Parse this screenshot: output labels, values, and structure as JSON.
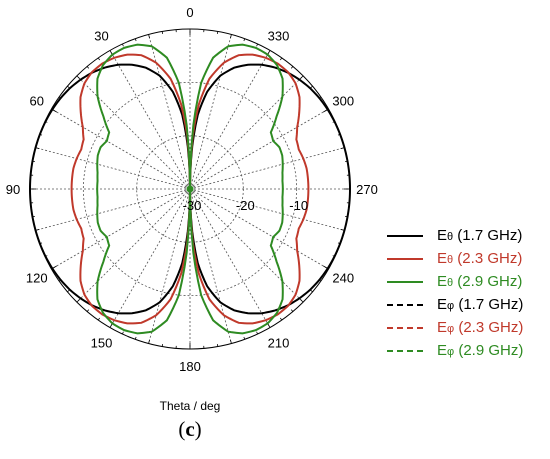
{
  "chart_data": {
    "type": "polar-line",
    "xlabel": "Theta / deg",
    "panel_label_open": "(",
    "panel_label_letter": "c",
    "panel_label_close": ")",
    "angle_ticks": [
      {
        "angle": 0,
        "label": "0"
      },
      {
        "angle": 30,
        "label": "330"
      },
      {
        "angle": 60,
        "label": "300"
      },
      {
        "angle": 90,
        "label": "270"
      },
      {
        "angle": 120,
        "label": "240"
      },
      {
        "angle": 150,
        "label": "210"
      },
      {
        "angle": 180,
        "label": "180"
      },
      {
        "angle": 210,
        "label": "150"
      },
      {
        "angle": 240,
        "label": "120"
      },
      {
        "angle": 270,
        "label": "90"
      },
      {
        "angle": 300,
        "label": "60"
      },
      {
        "angle": 330,
        "label": "30"
      }
    ],
    "radial_ticks": [
      {
        "value": -30,
        "label": "-30"
      },
      {
        "value": -20,
        "label": "-20"
      },
      {
        "value": -10,
        "label": "-10"
      }
    ],
    "rlim": [
      -30,
      0
    ],
    "series": [
      {
        "name": "Eθ (1.7 GHz)",
        "name_main": "E",
        "name_sub": "θ",
        "name_rest": " (1.7 GHz)",
        "color": "#000000",
        "dash": "solid",
        "theta": [
          0,
          3,
          6,
          10,
          15,
          20,
          25,
          30,
          35,
          40,
          45,
          50,
          55,
          60,
          65,
          70,
          75,
          80,
          85,
          90
        ],
        "r": [
          -30,
          -22,
          -16,
          -11.5,
          -8,
          -5.8,
          -4.3,
          -3.1,
          -2.2,
          -1.5,
          -1.0,
          -0.6,
          -0.35,
          -0.2,
          -0.1,
          -0.05,
          -0.02,
          -0.01,
          0,
          0
        ]
      },
      {
        "name": "Eθ (2.3 GHz)",
        "name_main": "E",
        "name_sub": "θ",
        "name_rest": " (2.3 GHz)",
        "color": "#c0392b",
        "dash": "solid",
        "theta": [
          0,
          3,
          6,
          10,
          15,
          20,
          25,
          30,
          35,
          40,
          45,
          50,
          55,
          60,
          65,
          70,
          75,
          80,
          85,
          90
        ],
        "r": [
          -30,
          -20,
          -14,
          -9,
          -5.5,
          -3.3,
          -2.2,
          -1.6,
          -1.3,
          -1.4,
          -2.0,
          -3.2,
          -5.0,
          -6.8,
          -8.0,
          -8.3,
          -8.0,
          -7.8,
          -7.8,
          -7.8
        ]
      },
      {
        "name": "Eθ (2.9 GHz)",
        "name_main": "E",
        "name_sub": "θ",
        "name_rest": " (2.9 GHz)",
        "color": "#2e8b22",
        "dash": "solid",
        "theta": [
          0,
          3,
          6,
          10,
          15,
          20,
          25,
          30,
          35,
          40,
          45,
          50,
          55,
          60,
          65,
          70,
          75,
          80,
          85,
          90
        ],
        "r": [
          -30,
          -18,
          -10,
          -5,
          -2.3,
          -1.2,
          -0.8,
          -0.9,
          -1.6,
          -3.0,
          -5.5,
          -8.8,
          -11.5,
          -12.0,
          -11.5,
          -11.6,
          -12.0,
          -12.4,
          -12.6,
          -12.6
        ]
      },
      {
        "name": "Eφ (1.7 GHz)",
        "name_main": "E",
        "name_sub": "φ",
        "name_rest": " (1.7 GHz)",
        "color": "#000000",
        "dash": "dashed",
        "theta": [],
        "r": []
      },
      {
        "name": "Eφ (2.3 GHz)",
        "name_main": "E",
        "name_sub": "φ",
        "name_rest": " (2.3 GHz)",
        "color": "#c0392b",
        "dash": "dashed",
        "theta": [],
        "r": []
      },
      {
        "name": "Eφ (2.9 GHz)",
        "name_main": "E",
        "name_sub": "φ",
        "name_rest": " (2.9 GHz)",
        "color": "#2e8b22",
        "dash": "dashed",
        "theta": [],
        "r": []
      }
    ]
  }
}
